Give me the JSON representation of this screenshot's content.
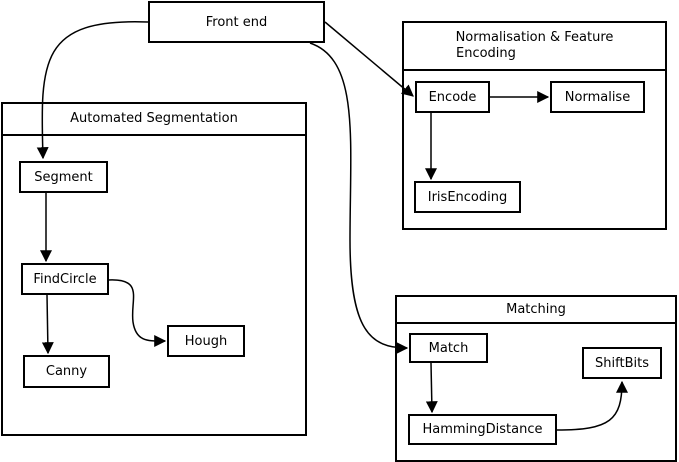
{
  "groups": {
    "segmentation": "Automated Segmentation",
    "encoding_line1": "Normalisation & Feature",
    "encoding_line2": "Encoding",
    "matching": "Matching"
  },
  "nodes": {
    "frontend": "Front end",
    "segment": "Segment",
    "findcircle": "FindCircle",
    "hough": "Hough",
    "canny": "Canny",
    "encode": "Encode",
    "normalise": "Normalise",
    "irisencoding": "IrisEncoding",
    "match": "Match",
    "hammingdistance": "HammingDistance",
    "shiftbits": "ShiftBits"
  },
  "edges": [
    {
      "from": "Front end",
      "to": "Segment"
    },
    {
      "from": "Front end",
      "to": "Encode"
    },
    {
      "from": "Front end",
      "to": "Match"
    },
    {
      "from": "Segment",
      "to": "FindCircle"
    },
    {
      "from": "FindCircle",
      "to": "Canny"
    },
    {
      "from": "FindCircle",
      "to": "Hough"
    },
    {
      "from": "Encode",
      "to": "Normalise"
    },
    {
      "from": "Encode",
      "to": "IrisEncoding"
    },
    {
      "from": "Match",
      "to": "HammingDistance"
    },
    {
      "from": "HammingDistance",
      "to": "ShiftBits"
    }
  ],
  "colors": {
    "line": "#000000",
    "background": "#ffffff"
  }
}
